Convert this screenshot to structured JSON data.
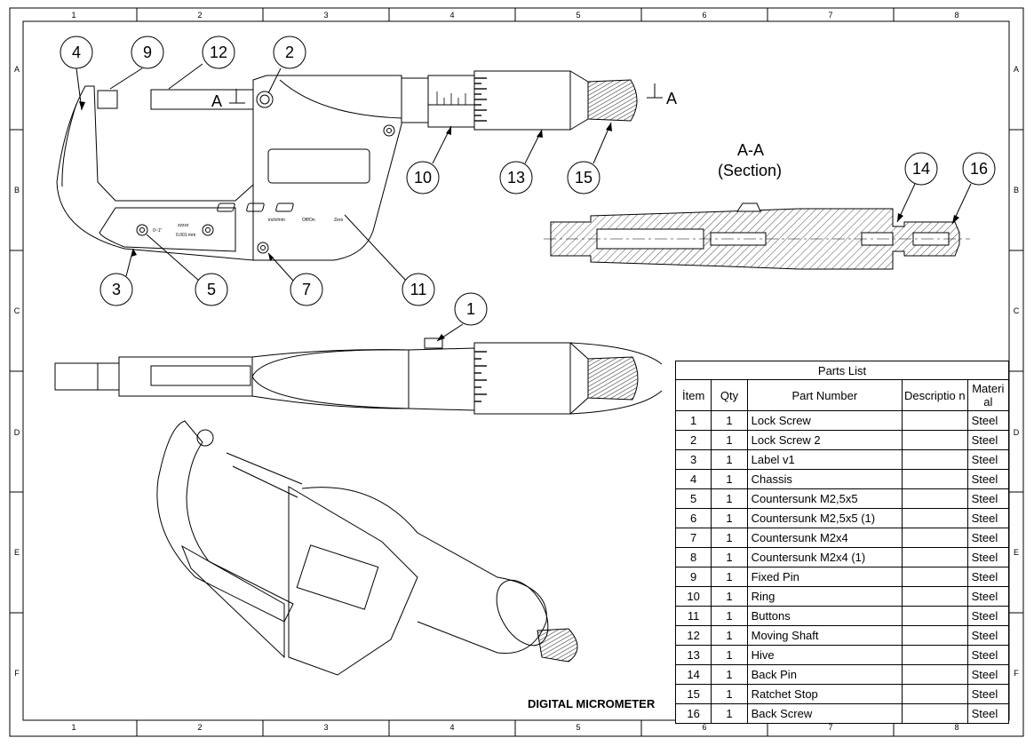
{
  "zones": {
    "columns": [
      "1",
      "2",
      "3",
      "4",
      "5",
      "6",
      "7",
      "8"
    ],
    "rows": [
      "A",
      "B",
      "C",
      "D",
      "E",
      "F"
    ]
  },
  "balloons": [
    "1",
    "2",
    "3",
    "4",
    "5",
    "7",
    "9",
    "10",
    "11",
    "12",
    "13",
    "14",
    "15",
    "16"
  ],
  "section_marker": "A",
  "section_view": {
    "title": "A-A",
    "subtitle": "(Section)"
  },
  "label_text": {
    "range": "0~1\"",
    "brand": "zzzzz",
    "resolution": "0.001 mm"
  },
  "button_labels": [
    "inch/mm",
    "Off/On",
    "Zero"
  ],
  "drawing_title": "DIGITAL MICROMETER",
  "parts_list": {
    "title": "Parts List",
    "headers": {
      "item": "İtem",
      "qty": "Qty",
      "part_number": "Part Number",
      "description": "Descriptio n",
      "material": "Materi al"
    },
    "rows": [
      {
        "item": "1",
        "qty": "1",
        "part_number": "Lock Screw",
        "description": "",
        "material": "Steel"
      },
      {
        "item": "2",
        "qty": "1",
        "part_number": "Lock Screw 2",
        "description": "",
        "material": "Steel"
      },
      {
        "item": "3",
        "qty": "1",
        "part_number": "Label v1",
        "description": "",
        "material": "Steel"
      },
      {
        "item": "4",
        "qty": "1",
        "part_number": "Chassis",
        "description": "",
        "material": "Steel"
      },
      {
        "item": "5",
        "qty": "1",
        "part_number": "Countersunk M2,5x5",
        "description": "",
        "material": "Steel"
      },
      {
        "item": "6",
        "qty": "1",
        "part_number": "Countersunk M2,5x5 (1)",
        "description": "",
        "material": "Steel"
      },
      {
        "item": "7",
        "qty": "1",
        "part_number": "Countersunk M2x4",
        "description": "",
        "material": "Steel"
      },
      {
        "item": "8",
        "qty": "1",
        "part_number": "Countersunk M2x4 (1)",
        "description": "",
        "material": "Steel"
      },
      {
        "item": "9",
        "qty": "1",
        "part_number": "Fixed Pin",
        "description": "",
        "material": "Steel"
      },
      {
        "item": "10",
        "qty": "1",
        "part_number": "Ring",
        "description": "",
        "material": "Steel"
      },
      {
        "item": "11",
        "qty": "1",
        "part_number": "Buttons",
        "description": "",
        "material": "Steel"
      },
      {
        "item": "12",
        "qty": "1",
        "part_number": "Moving Shaft",
        "description": "",
        "material": "Steel"
      },
      {
        "item": "13",
        "qty": "1",
        "part_number": "Hive",
        "description": "",
        "material": "Steel"
      },
      {
        "item": "14",
        "qty": "1",
        "part_number": "Back Pin",
        "description": "",
        "material": "Steel"
      },
      {
        "item": "15",
        "qty": "1",
        "part_number": "Ratchet Stop",
        "description": "",
        "material": "Steel"
      },
      {
        "item": "16",
        "qty": "1",
        "part_number": "Back Screw",
        "description": "",
        "material": "Steel"
      }
    ]
  }
}
